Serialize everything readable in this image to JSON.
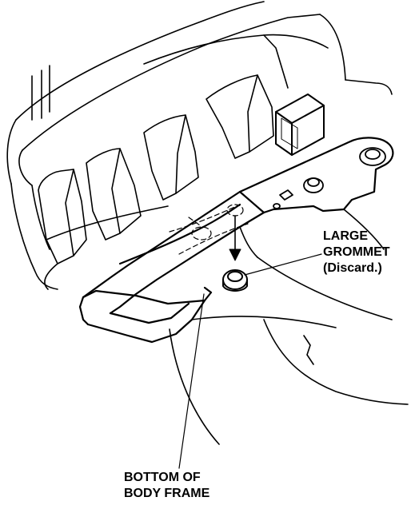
{
  "callouts": {
    "large_grommet": {
      "line1": "LARGE",
      "line2": "GROMMET",
      "line3": "(Discard.)"
    },
    "bottom_of_body_frame": {
      "line1": "BOTTOM OF",
      "line2": "BODY FRAME"
    }
  },
  "colors": {
    "ink": "#000000",
    "paper": "#ffffff"
  }
}
